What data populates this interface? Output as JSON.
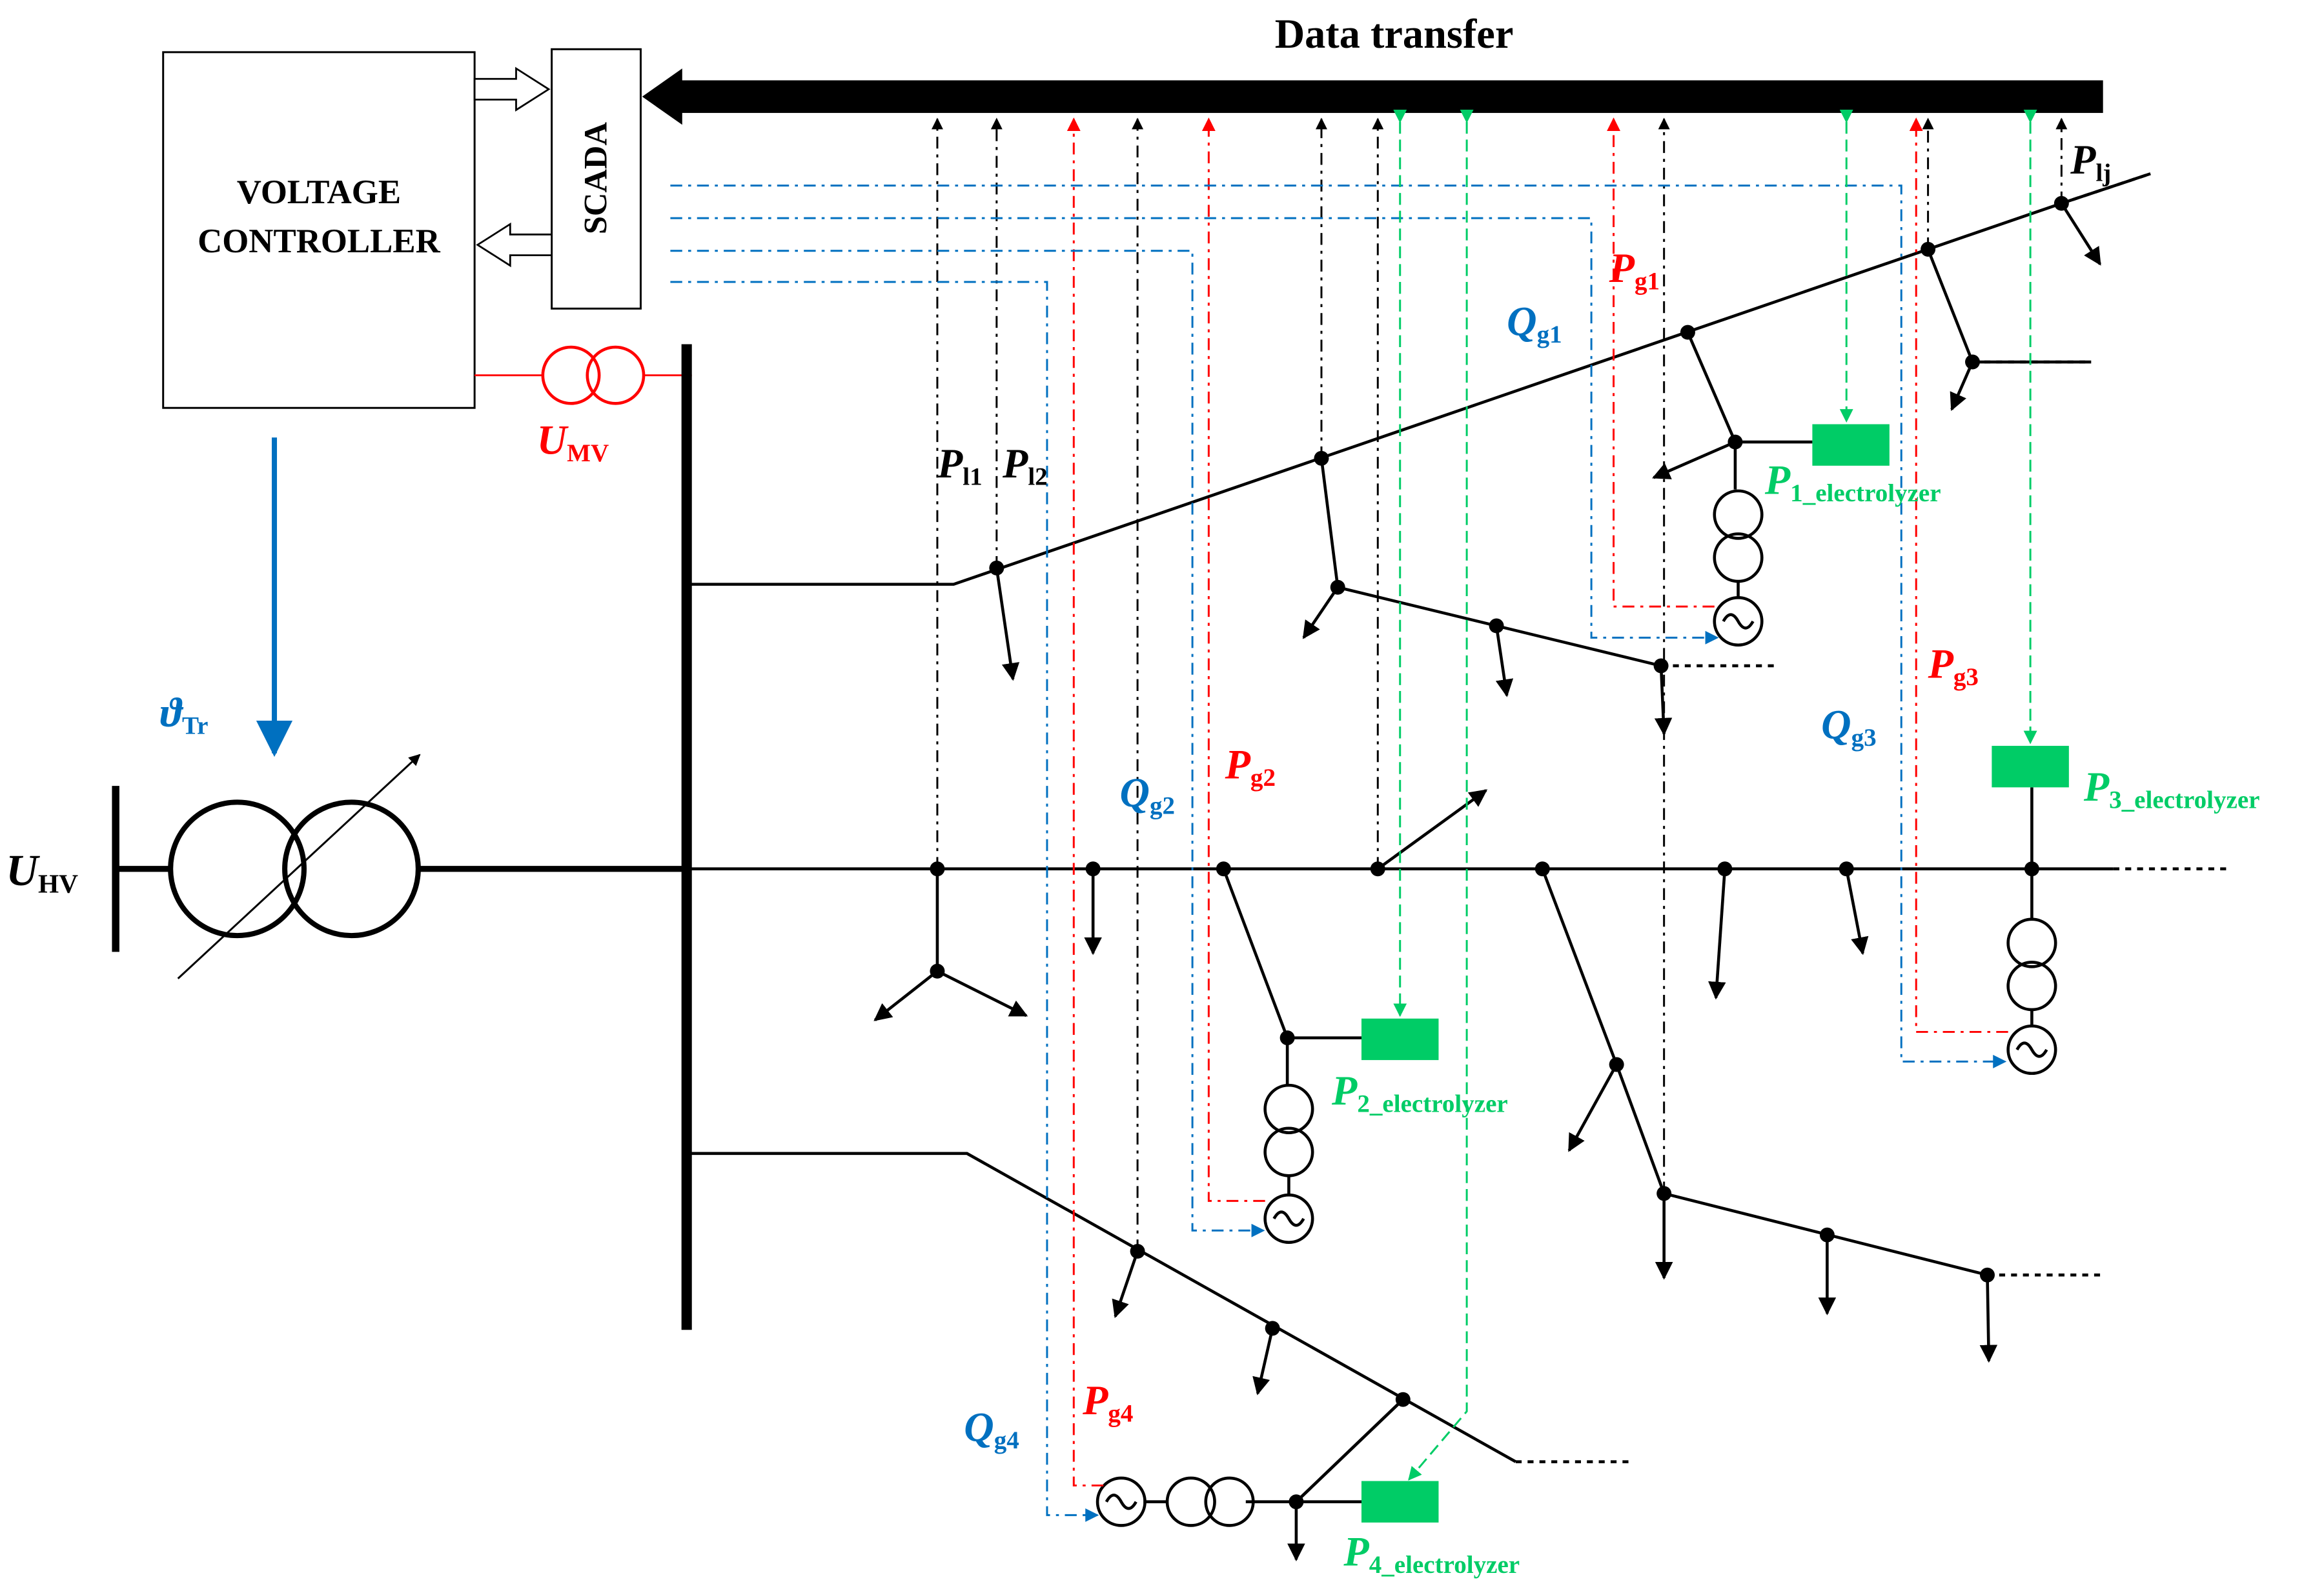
{
  "title": "Data transfer",
  "controller": {
    "line1": "VOLTAGE",
    "line2": "CONTROLLER"
  },
  "scada": "SCADA",
  "colors": {
    "black": "#000000",
    "red": "#ff0000",
    "blue": "#0070c0",
    "green": "#00cc66",
    "electrolyzer_fill": "#00cc66"
  },
  "labels": {
    "u_mv": {
      "main": "U",
      "sub": "MV"
    },
    "u_hv": {
      "main": "U",
      "sub": "HV"
    },
    "theta_tr": {
      "main": "ϑ",
      "sub": "Tr"
    },
    "pl1": {
      "main": "P",
      "sub": "l1"
    },
    "pl2": {
      "main": "P",
      "sub": "l2"
    },
    "plj": {
      "main": "P",
      "sub": "lj"
    },
    "pg1": {
      "main": "P",
      "sub": "g1"
    },
    "pg2": {
      "main": "P",
      "sub": "g2"
    },
    "pg3": {
      "main": "P",
      "sub": "g3"
    },
    "pg4": {
      "main": "P",
      "sub": "g4"
    },
    "qg1": {
      "main": "Q",
      "sub": "g1"
    },
    "qg2": {
      "main": "Q",
      "sub": "g2"
    },
    "qg3": {
      "main": "Q",
      "sub": "g3"
    },
    "qg4": {
      "main": "Q",
      "sub": "g4"
    },
    "p1e": {
      "main": "P",
      "sub": "1_electrolyzer"
    },
    "p2e": {
      "main": "P",
      "sub": "2_electrolyzer"
    },
    "p3e": {
      "main": "P",
      "sub": "3_electrolyzer"
    },
    "p4e": {
      "main": "P",
      "sub": "4_electrolyzer"
    }
  }
}
